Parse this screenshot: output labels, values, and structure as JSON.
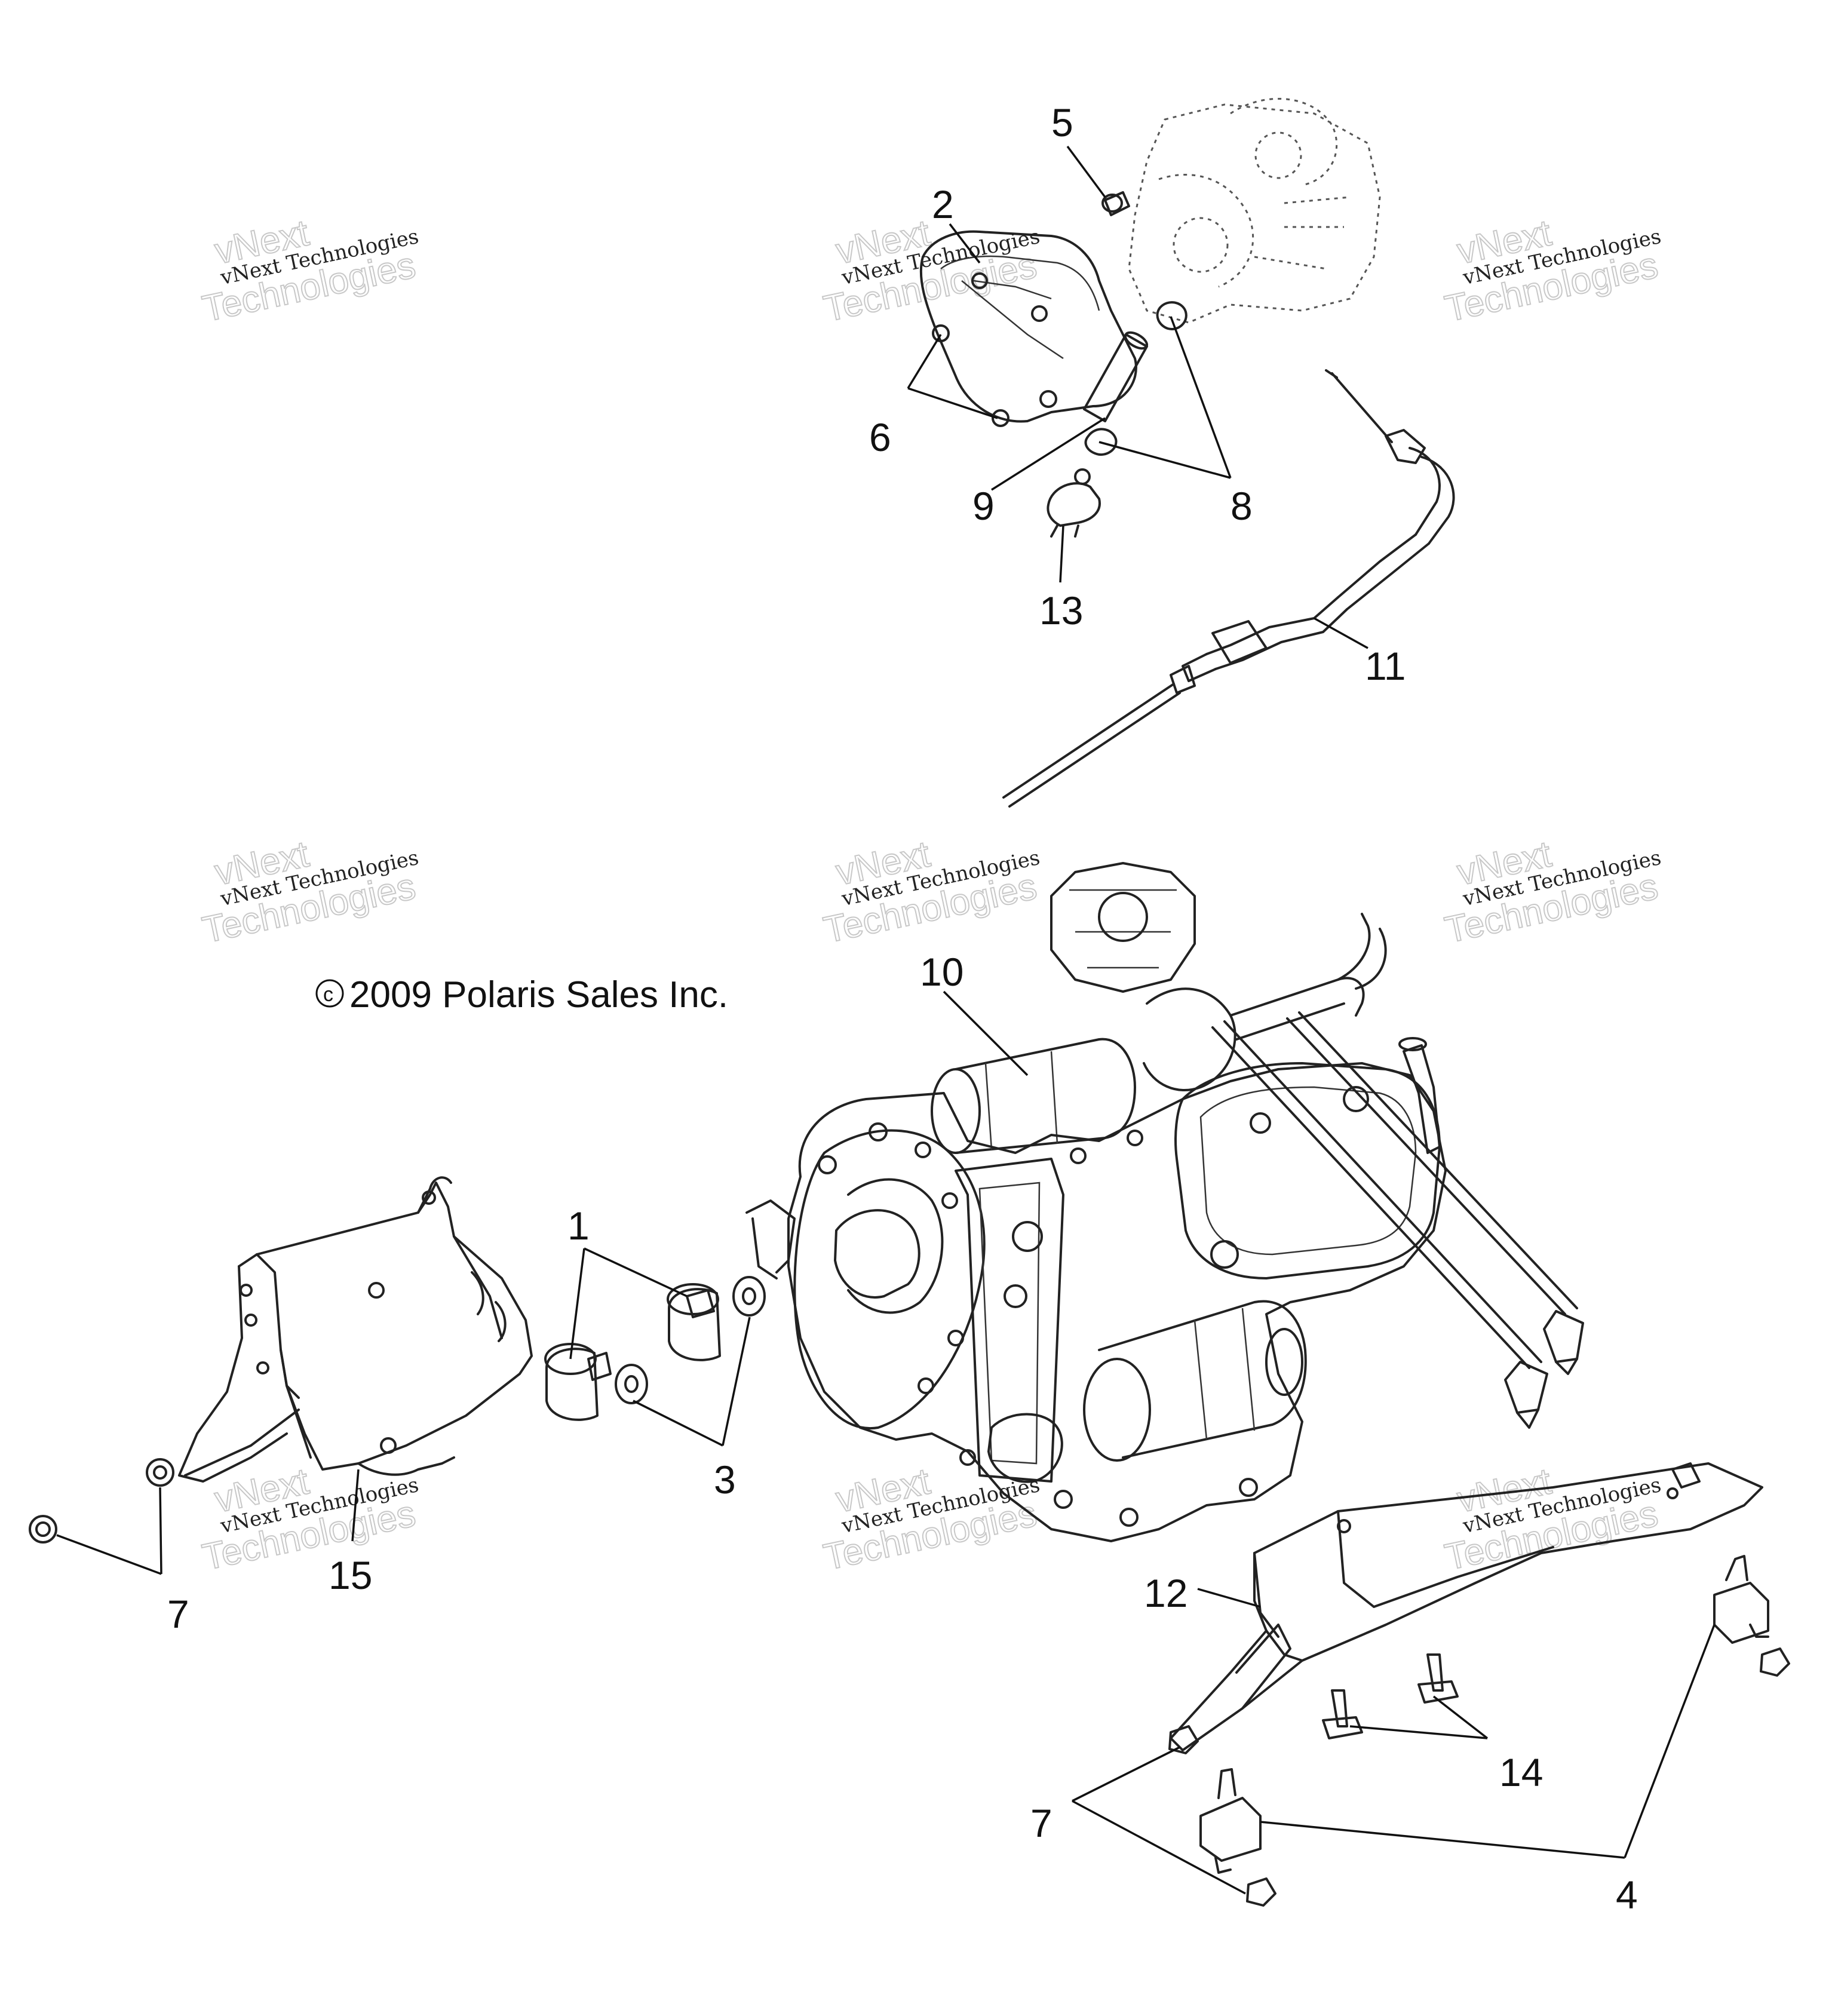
{
  "copyright": "2009 Polaris Sales Inc.",
  "copyright_symbol": "c",
  "watermark": {
    "line1": "vNext Technologies",
    "line2": "vNext",
    "line3": "Technologies"
  },
  "callouts": {
    "c1": "1",
    "c2": "2",
    "c3": "3",
    "c4": "4",
    "c5": "5",
    "c6": "6",
    "c7a": "7",
    "c7b": "7",
    "c8": "8",
    "c9": "9",
    "c10": "10",
    "c11": "11",
    "c12": "12",
    "c13": "13",
    "c14": "14",
    "c15": "15"
  }
}
